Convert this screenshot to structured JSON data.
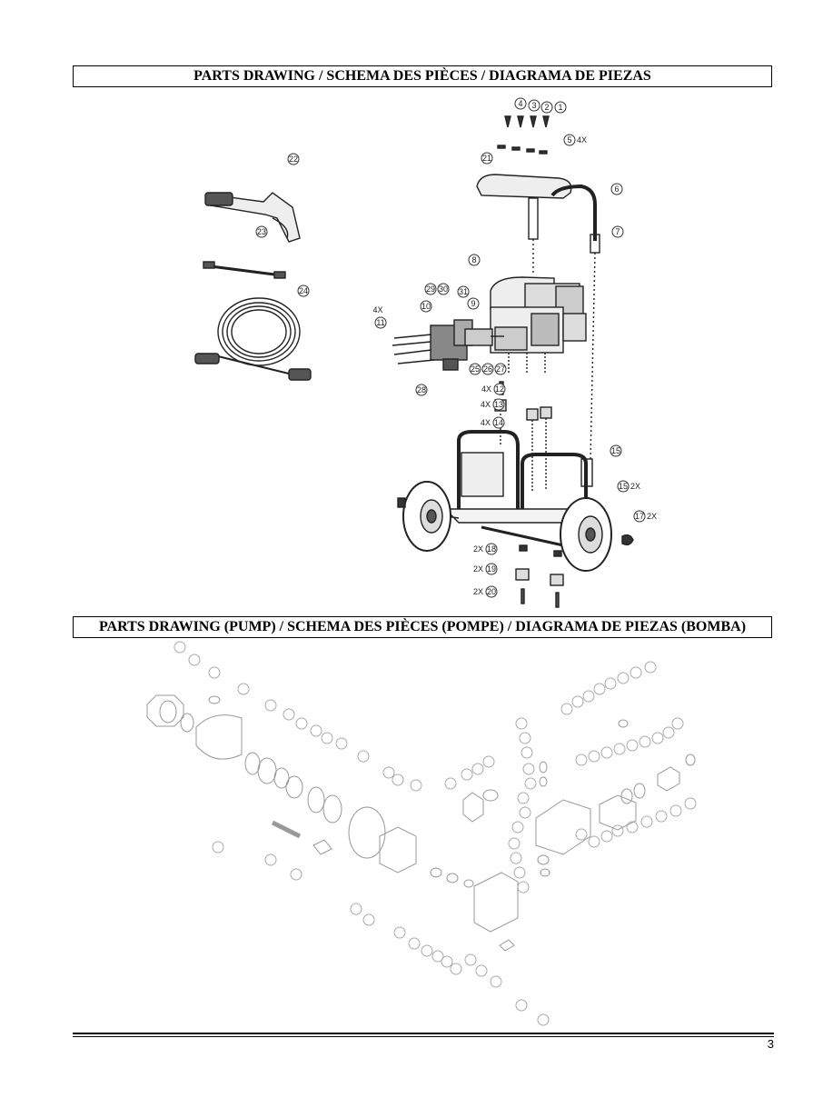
{
  "sections": {
    "main_title": "PARTS DRAWING / SCHEMA DES PIÈCES / DIAGRAMA DE PIEZAS",
    "pump_title": "PARTS DRAWING (PUMP) / SCHEMA DES PIÈCES (POMPE) / DIAGRAMA DE PIEZAS (BOMBA)"
  },
  "main_callouts": [
    {
      "num": "1"
    },
    {
      "num": "2"
    },
    {
      "num": "3"
    },
    {
      "num": "4"
    },
    {
      "num": "5",
      "qty": "4X"
    },
    {
      "num": "6"
    },
    {
      "num": "7"
    },
    {
      "num": "8"
    },
    {
      "num": "9"
    },
    {
      "num": "10"
    },
    {
      "num": "11",
      "qty": "4X"
    },
    {
      "num": "12",
      "qty": "4X"
    },
    {
      "num": "13",
      "qty": "4X"
    },
    {
      "num": "14",
      "qty": "4X"
    },
    {
      "num": "15"
    },
    {
      "num": "15",
      "qty": "2X"
    },
    {
      "num": "17",
      "qty": "2X"
    },
    {
      "num": "18",
      "qty": "2X"
    },
    {
      "num": "19",
      "qty": "2X"
    },
    {
      "num": "20",
      "qty": "2X"
    },
    {
      "num": "21"
    },
    {
      "num": "22"
    },
    {
      "num": "23"
    },
    {
      "num": "24"
    },
    {
      "num": "25"
    },
    {
      "num": "26"
    },
    {
      "num": "27"
    },
    {
      "num": "28"
    },
    {
      "num": "29"
    },
    {
      "num": "30"
    },
    {
      "num": "31"
    }
  ],
  "page_number": "3"
}
